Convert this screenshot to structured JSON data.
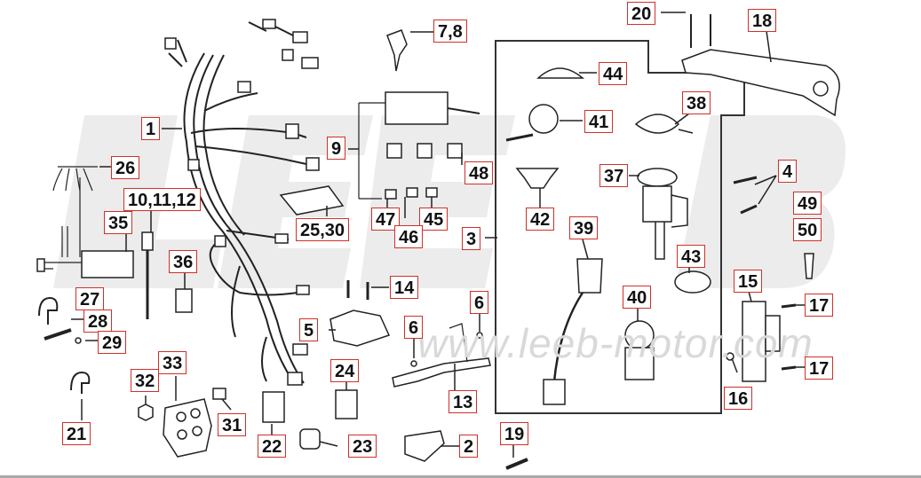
{
  "watermark": {
    "logo": "LEEB",
    "url": "www.leeb-motor.com"
  },
  "callouts": {
    "c1": "1",
    "c2": "2",
    "c3": "3",
    "c4": "4",
    "c5": "5",
    "c6a": "6",
    "c6b": "6",
    "c7_8": "7,8",
    "c9": "9",
    "c10_12": "10,11,12",
    "c13": "13",
    "c14": "14",
    "c15": "15",
    "c16": "16",
    "c17a": "17",
    "c17b": "17",
    "c18": "18",
    "c19": "19",
    "c20": "20",
    "c21": "21",
    "c22": "22",
    "c23": "23",
    "c24": "24",
    "c25_30": "25,30",
    "c26": "26",
    "c27": "27",
    "c28": "28",
    "c29": "29",
    "c31": "31",
    "c32": "32",
    "c33": "33",
    "c35": "35",
    "c36": "36",
    "c37": "37",
    "c38": "38",
    "c39": "39",
    "c40": "40",
    "c41": "41",
    "c42": "42",
    "c43": "43",
    "c44": "44",
    "c45": "45",
    "c46": "46",
    "c47": "47",
    "c48": "48",
    "c49": "49",
    "c50": "50"
  },
  "colors": {
    "callout_border": "#d0302a",
    "line": "#222222",
    "watermark": "#e6e6e6"
  }
}
